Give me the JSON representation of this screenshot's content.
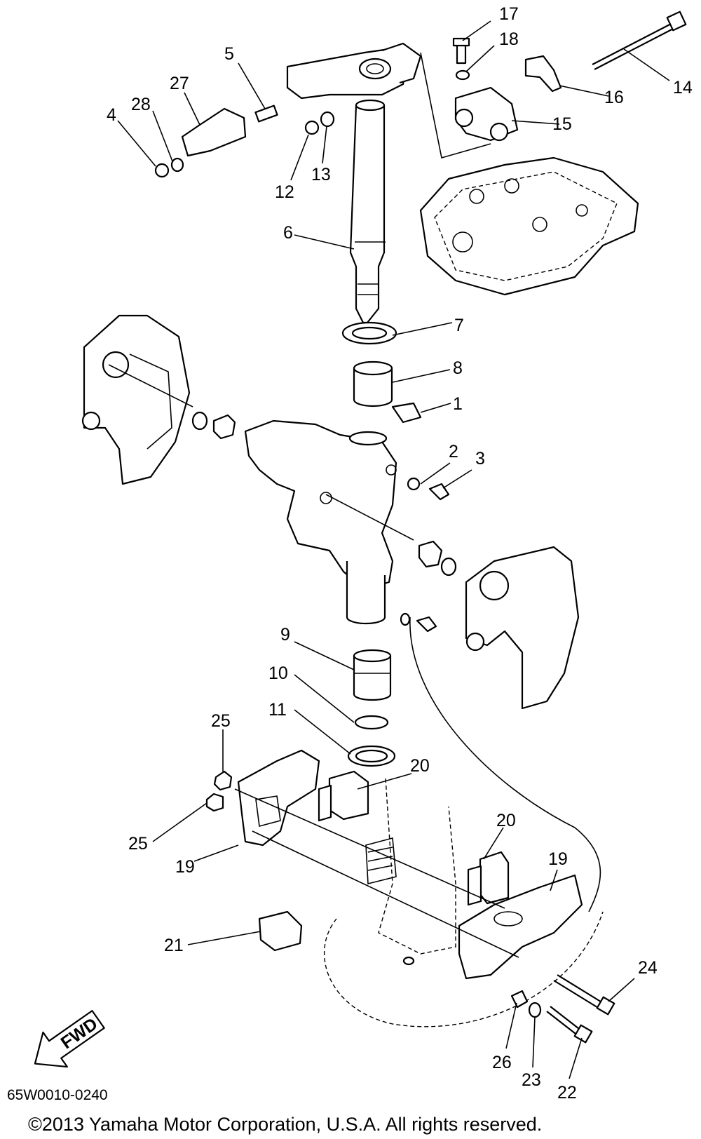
{
  "diagram": {
    "drawing_code": "65W0010-0240",
    "copyright": "©2013 Yamaha Motor Corporation, U.S.A. All rights reserved.",
    "fwd_label": "FWD",
    "callouts": [
      "17",
      "18",
      "5",
      "27",
      "14",
      "28",
      "16",
      "4",
      "15",
      "12",
      "13",
      "6",
      "7",
      "8",
      "1",
      "2",
      "3",
      "9",
      "10",
      "11",
      "25",
      "20",
      "25",
      "20",
      "19",
      "19",
      "21",
      "24",
      "26",
      "23",
      "22"
    ]
  }
}
